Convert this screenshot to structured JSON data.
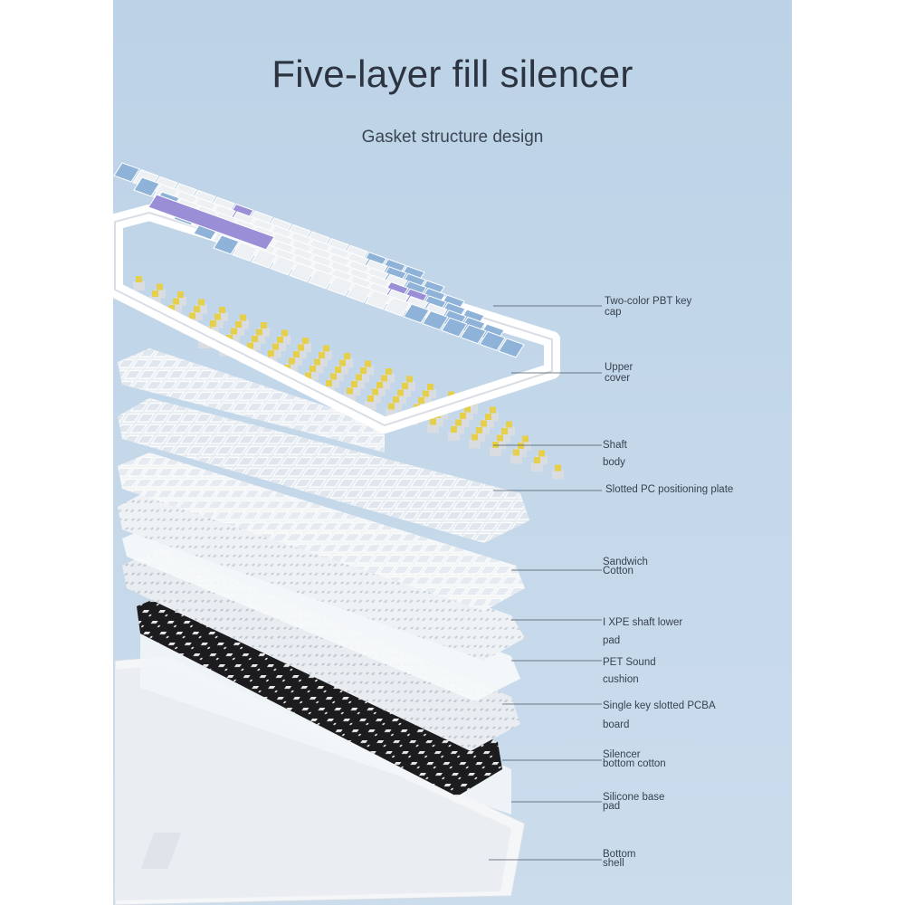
{
  "title": "Five-layer fill silencer",
  "subtitle": "Gasket structure design",
  "colors": {
    "background": "#c4d8ea",
    "keycap_blue": "#8fb3d8",
    "keycap_white": "#eef1f4",
    "keycap_purple": "#9a8fd6",
    "switch_yellow": "#e6cf4a",
    "silencer_black": "#1c1c1e",
    "leader_line": "#4a5560"
  },
  "layers": [
    {
      "id": "keycap",
      "line1": "Two-color PBT key",
      "line2": "cap"
    },
    {
      "id": "upper-cover",
      "line1": "Upper",
      "line2": "cover"
    },
    {
      "id": "shaft-body",
      "line1": "Shaft",
      "line2": "body"
    },
    {
      "id": "pc-plate",
      "line1": "Slotted PC positioning plate",
      "line2": ""
    },
    {
      "id": "sandwich-cotton",
      "line1": "Sandwich",
      "line2": "Cotton"
    },
    {
      "id": "ixpe-pad",
      "line1": "I XPE shaft lower",
      "line2": "pad"
    },
    {
      "id": "pet-cushion",
      "line1": "PET Sound",
      "line2": "cushion"
    },
    {
      "id": "pcba-board",
      "line1": "Single key slotted PCBA",
      "line2": "board"
    },
    {
      "id": "silencer-cotton",
      "line1": "Silencer",
      "line2": "bottom cotton"
    },
    {
      "id": "silicone-pad",
      "line1": "Silicone base",
      "line2": "pad"
    },
    {
      "id": "bottom-shell",
      "line1": "Bottom",
      "line2": "shell"
    }
  ]
}
